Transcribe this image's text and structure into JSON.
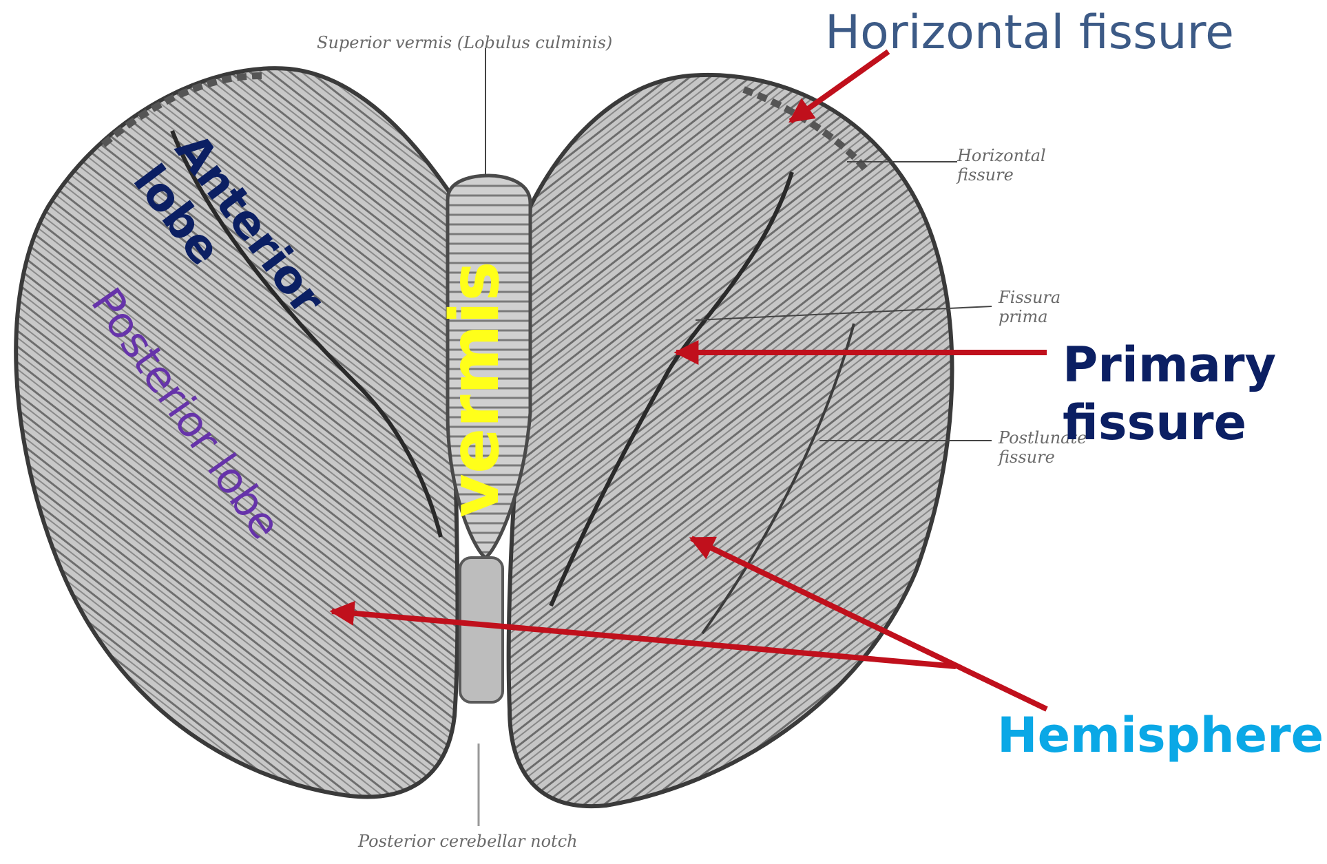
{
  "labels": {
    "horizontal_fissure": "Horizontal fissure",
    "primary_fissure": "Primary fissure",
    "hemisphere": "Hemisphere",
    "anterior_lobe": "Anterior lobe",
    "posterior_lobe": "Posterior lobe",
    "vermis": "vermis"
  },
  "printed_small": {
    "superior_vermis": "Superior vermis (Lobulus culminis)",
    "horizontal_fissure": "Horizontal fissure",
    "fissura_prima": "Fissura prima",
    "postlunate_fissure": "Postlunate fissure",
    "posterior_notch": "Posterior cerebellar notch"
  },
  "colors": {
    "arrow": "#c0101c",
    "horizontal_fissure_text": "#3c5a86",
    "primary_fissure_text": "#0b1f63",
    "hemisphere_text": "#0aa8e6",
    "anterior_lobe_text": "#0b1f63",
    "posterior_lobe_text": "#6633aa",
    "vermis_text": "#ffff1a"
  }
}
